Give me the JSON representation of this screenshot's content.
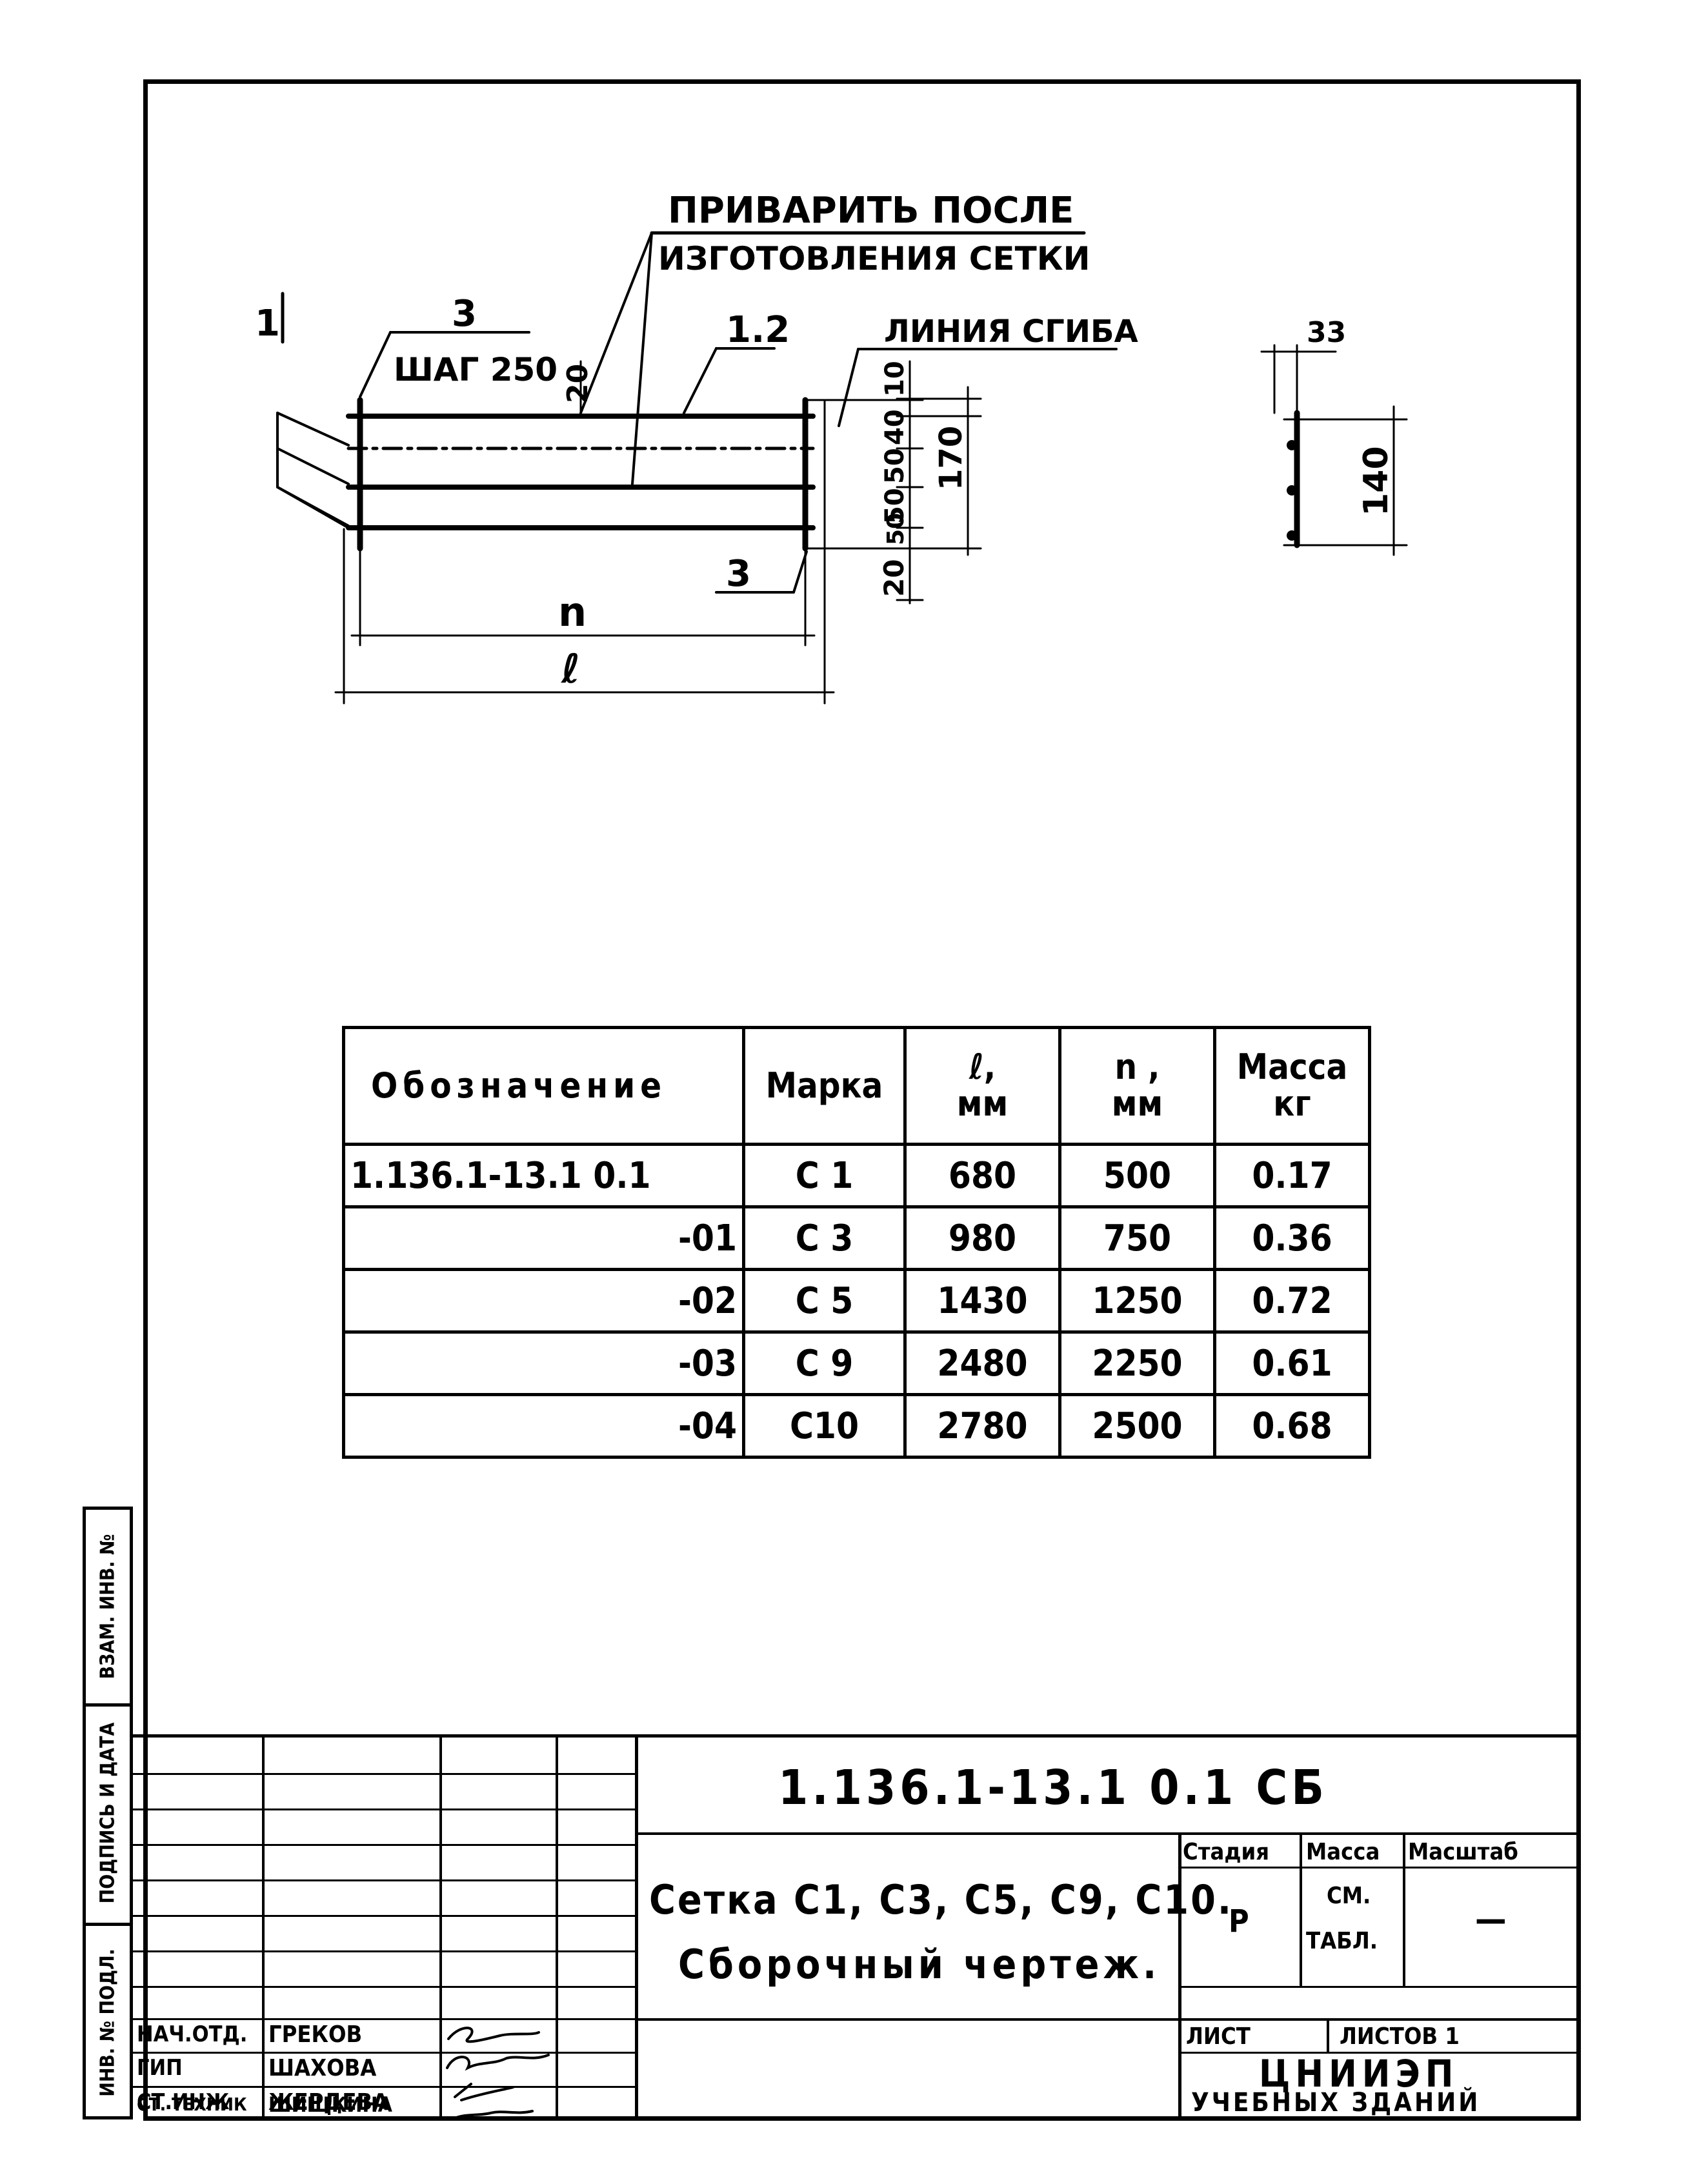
{
  "drawing": {
    "note_weld_line1": "ПРИВАРИТЬ ПОСЛЕ",
    "note_weld_line2": "ИЗГОТОВЛЕНИЯ СЕТКИ",
    "pos_1": "1",
    "pos_3_top": "3",
    "step_label": "ШАГ 250",
    "pos_12": "1.2",
    "bend_label": "ЛИНИЯ СГИБА",
    "dim_20_top": "20",
    "dim_10": "10",
    "dim_40": "40",
    "dim_50a": "50",
    "dim_50b": "50",
    "dim_50c": "50",
    "dim_170": "170",
    "dim_20_bottom": "20",
    "pos_3_bottom": "3",
    "dim_n": "n",
    "dim_l": "ℓ",
    "dim_33": "33",
    "dim_140": "140"
  },
  "spec_table": {
    "headers": {
      "designation": "Обозначение",
      "mark": "Марка",
      "l_mm_line1": "ℓ,",
      "l_mm_line2": "мм",
      "n_mm_line1": "n ,",
      "n_mm_line2": "мм",
      "mass_line1": "Масса",
      "mass_line2": "кг"
    },
    "rows": [
      {
        "designation": "1.136.1-13.1 0.1",
        "mark": "С 1",
        "l": "680",
        "n": "500",
        "mass": "0.17"
      },
      {
        "designation": "-01",
        "mark": "С 3",
        "l": "980",
        "n": "750",
        "mass": "0.36"
      },
      {
        "designation": "-02",
        "mark": "С 5",
        "l": "1430",
        "n": "1250",
        "mass": "0.72"
      },
      {
        "designation": "-03",
        "mark": "С 9",
        "l": "2480",
        "n": "2250",
        "mass": "0.61"
      },
      {
        "designation": "-04",
        "mark": "С10",
        "l": "2780",
        "n": "2500",
        "mass": "0.68"
      }
    ]
  },
  "left_stamp": {
    "inv_orig": "ИНВ. № ПОДЛ.",
    "sign_date_orig": "ПОДПИСЬ И ДАТА",
    "inv_replace": "ВЗАМ. ИНВ. №"
  },
  "title_block": {
    "doc_code": "1.136.1-13.1 0.1 СБ",
    "title_line1": "Сетка С1, С3, С5, С9, С10.",
    "title_line2": "Сборочный чертеж.",
    "stage_label": "Стадия",
    "mass_label": "Масса",
    "scale_label": "Масштаб",
    "stage_value": "Р",
    "mass_value_line1": "СМ.",
    "mass_value_line2": "ТАБЛ.",
    "scale_value": "—",
    "sheet_label": "ЛИСТ",
    "sheets_label": "ЛИСТОВ 1",
    "org_line1": "ЦНИИЭП",
    "org_line2": "УЧЕБНЫХ ЗДАНИЙ",
    "roles": [
      {
        "role": "НАЧ.ОТД.",
        "name": "ГРЕКОВ"
      },
      {
        "role": "ГИП",
        "name": "ШАХОВА"
      },
      {
        "role": "СТ.ИНЖ",
        "name": "ЖЕРДЕВА"
      },
      {
        "role": "СТ. ТЕХНИК",
        "name": "ШИЩКИНА"
      }
    ]
  }
}
